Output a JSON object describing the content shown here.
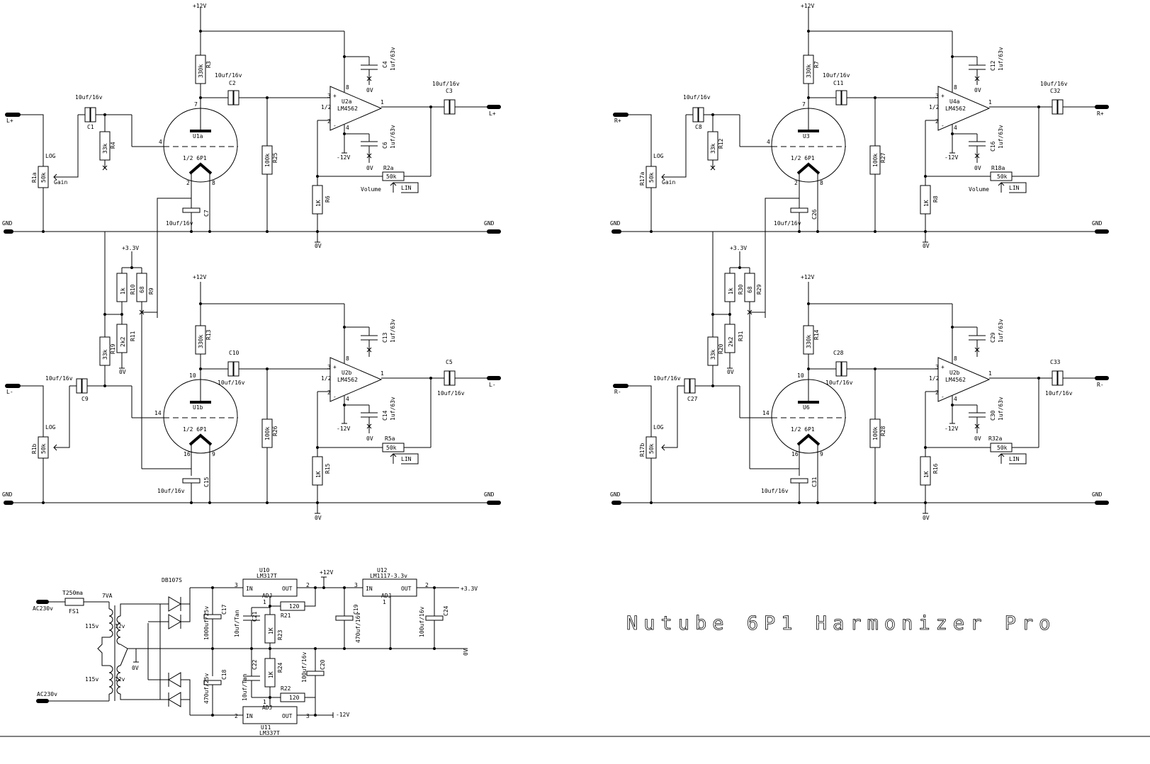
{
  "title": "Nutube 6P1 Harmonizer Pro",
  "channels": [
    {
      "in_upper": "L+",
      "in_lower": "L-",
      "out_upper": "L+",
      "out_lower": "L-",
      "gain_pot": "R1a",
      "gain_pot2": "R1b",
      "vol_pot": "R2a",
      "vol_pot2": "R5a",
      "c_in": "C1",
      "c_in2": "C9",
      "r_grid": "R4",
      "r_grid2": "R19",
      "r_plate": "R3",
      "r_plate2": "R13",
      "c_couple": "C2",
      "c_couple2": "C10",
      "r_bias": "R25",
      "r_bias2": "R26",
      "c_dec_pos": "C4",
      "c_dec_pos2": "C13",
      "c_dec_neg": "C6",
      "c_dec_neg2": "C14",
      "c_out": "C3",
      "c_out2": "C5",
      "r_fb": "R6",
      "r_fb2": "R15",
      "c_fil": "C7",
      "c_fil2": "C15",
      "tube": "U1a",
      "tube2": "U1b",
      "opamp": "U2a",
      "opamp2": "U2b",
      "r_div1": "R10",
      "r_div2": "R9",
      "r_div3": "R11"
    },
    {
      "in_upper": "R+",
      "in_lower": "R-",
      "out_upper": "R+",
      "out_lower": "R-",
      "gain_pot": "R17a",
      "gain_pot2": "R17b",
      "vol_pot": "R18a",
      "vol_pot2": "R32a",
      "c_in": "C8",
      "c_in2": "C27",
      "r_grid": "R12",
      "r_grid2": "R20",
      "r_plate": "R7",
      "r_plate2": "R14",
      "c_couple": "C11",
      "c_couple2": "C28",
      "r_bias": "R27",
      "r_bias2": "R28",
      "c_dec_pos": "C12",
      "c_dec_pos2": "C29",
      "c_dec_neg": "C16",
      "c_dec_neg2": "C30",
      "c_out": "C32",
      "c_out2": "C33",
      "r_fb": "R8",
      "r_fb2": "R16",
      "c_fil": "C26",
      "c_fil2": "C31",
      "tube": "U3",
      "tube2": "U6",
      "opamp": "U4a",
      "opamp2": "U2b",
      "r_div1": "R30",
      "r_div2": "R29",
      "r_div3": "R31"
    }
  ],
  "common": {
    "v12": "+12V",
    "vneg12": "-12V",
    "v0": "0V",
    "v33": "+3.3V",
    "gnd": "GND",
    "cap_10": "10uf/16v",
    "cap_1": "1uf/63v",
    "r330k": "330k",
    "r33k": "33k",
    "r100k": "100k",
    "r1k": "1K",
    "r1k_small": "1k",
    "r68": "68",
    "r2k2": "2k2",
    "pot50k": "50k",
    "log": "LOG",
    "lin": "LIN",
    "gain": "Gain",
    "volume": "Volume",
    "tube_type": "1/2 6P1",
    "opamp_type": "LM4562",
    "half": "1/2",
    "pin7": "7",
    "pin4": "4",
    "pin2": "2",
    "pin8": "8",
    "pin10": "10",
    "pin14": "14",
    "pin16": "16",
    "pin9": "9",
    "op_pin3": "3",
    "op_pin2": "2",
    "op_pin1": "1",
    "op_pin8": "8",
    "op_pin4": "4",
    "plus": "+",
    "minus": "-"
  },
  "psu": {
    "ac_top": "AC230v",
    "ac_bot": "AC230v",
    "fuse": "T250ma",
    "fuse_ref": "FS1",
    "va": "7VA",
    "pri1": "115v",
    "pri2": "115v",
    "sec1": "12v",
    "sec2": "12v",
    "bridge": "DB107S",
    "zero": "0V",
    "c17": "C17",
    "c17v": "1000uf/25v",
    "c18": "C18",
    "c18v": "470uf/25v",
    "c21": "C21",
    "c21v": "10uf/Tan",
    "c22": "C22",
    "c22v": "10uf/Tan",
    "c19": "C19",
    "c19v": "470uf/16v",
    "c20": "C20",
    "c20v": "100uf/16v",
    "c24": "C24",
    "c24v": "100uf/16v",
    "u10": "U10",
    "u10t": "LM317T",
    "u11": "U11",
    "u11t": "LM337T",
    "u12": "U12",
    "u12t": "LM1117-3.3v",
    "in": "IN",
    "out": "OUT",
    "adj": "ADJ",
    "r21": "R21",
    "r22": "R22",
    "r23": "R23",
    "r24": "R24",
    "r120": "120",
    "r1k": "1K",
    "p12": "+12V",
    "n12": "-12V",
    "p33": "+3.3V",
    "ov": "0V",
    "pin1": "1",
    "pin2": "2",
    "pin3": "3"
  }
}
